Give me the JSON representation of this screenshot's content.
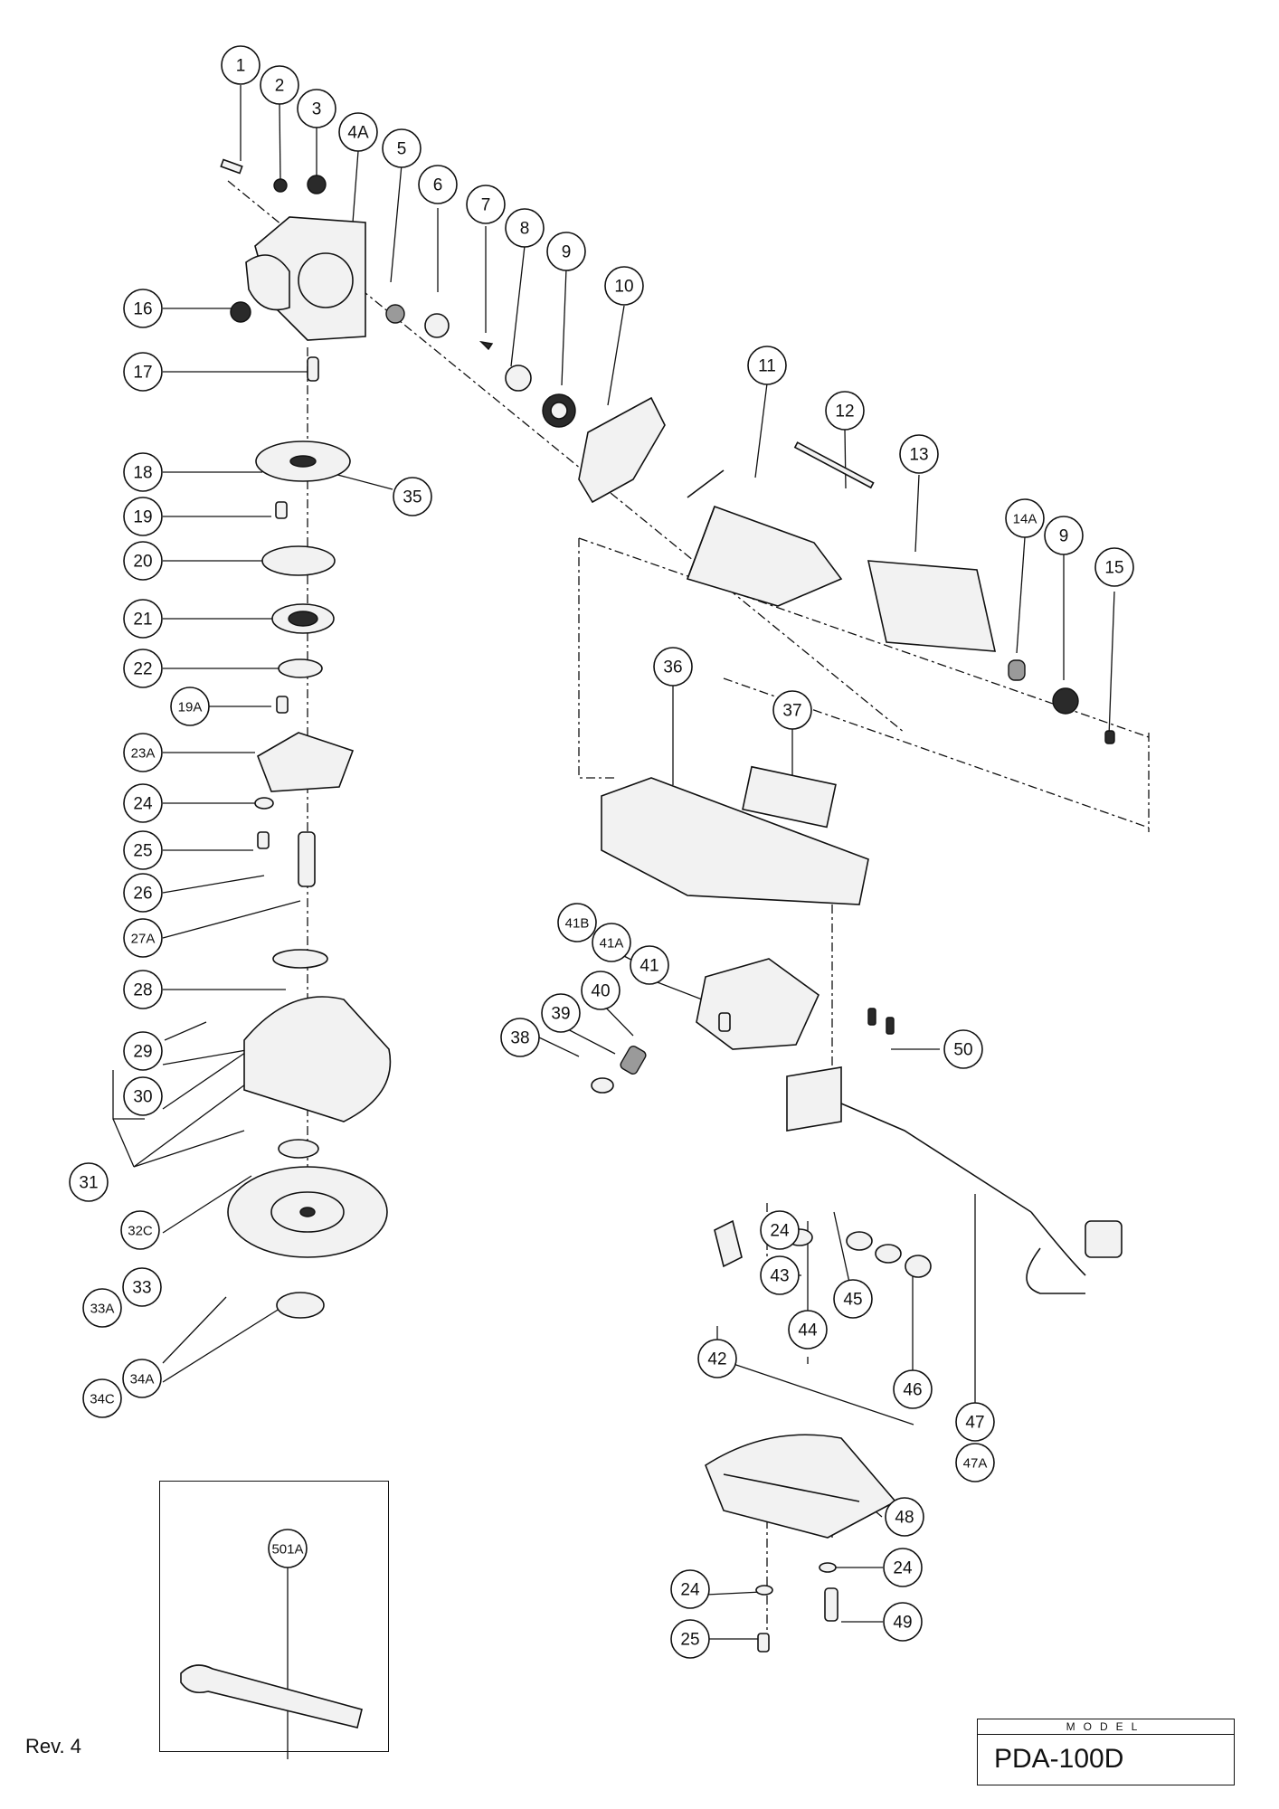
{
  "revision": "Rev. 4",
  "model": {
    "header": "MODEL",
    "name": "PDA-100D"
  },
  "callouts": [
    {
      "id": "c1",
      "label": "1"
    },
    {
      "id": "c2",
      "label": "2"
    },
    {
      "id": "c3",
      "label": "3"
    },
    {
      "id": "c4A",
      "label": "4A"
    },
    {
      "id": "c5",
      "label": "5"
    },
    {
      "id": "c6",
      "label": "6"
    },
    {
      "id": "c7",
      "label": "7"
    },
    {
      "id": "c8",
      "label": "8"
    },
    {
      "id": "c9a",
      "label": "9"
    },
    {
      "id": "c10",
      "label": "10"
    },
    {
      "id": "c11",
      "label": "11"
    },
    {
      "id": "c12",
      "label": "12"
    },
    {
      "id": "c13",
      "label": "13"
    },
    {
      "id": "c14A",
      "label": "14A"
    },
    {
      "id": "c9b",
      "label": "9"
    },
    {
      "id": "c15",
      "label": "15"
    },
    {
      "id": "c16",
      "label": "16"
    },
    {
      "id": "c17",
      "label": "17"
    },
    {
      "id": "c18",
      "label": "18"
    },
    {
      "id": "c35",
      "label": "35"
    },
    {
      "id": "c19",
      "label": "19"
    },
    {
      "id": "c20",
      "label": "20"
    },
    {
      "id": "c21",
      "label": "21"
    },
    {
      "id": "c22",
      "label": "22"
    },
    {
      "id": "c19A",
      "label": "19A"
    },
    {
      "id": "c23A",
      "label": "23A"
    },
    {
      "id": "c24a",
      "label": "24"
    },
    {
      "id": "c25a",
      "label": "25"
    },
    {
      "id": "c26",
      "label": "26"
    },
    {
      "id": "c27A",
      "label": "27A"
    },
    {
      "id": "c28",
      "label": "28"
    },
    {
      "id": "c29",
      "label": "29"
    },
    {
      "id": "c30",
      "label": "30"
    },
    {
      "id": "c31",
      "label": "31"
    },
    {
      "id": "c32C",
      "label": "32C"
    },
    {
      "id": "c33",
      "label": "33"
    },
    {
      "id": "c33A",
      "label": "33A"
    },
    {
      "id": "c34A",
      "label": "34A"
    },
    {
      "id": "c34C",
      "label": "34C"
    },
    {
      "id": "c36",
      "label": "36"
    },
    {
      "id": "c37",
      "label": "37"
    },
    {
      "id": "c41B",
      "label": "41B"
    },
    {
      "id": "c41A",
      "label": "41A"
    },
    {
      "id": "c41",
      "label": "41"
    },
    {
      "id": "c40",
      "label": "40"
    },
    {
      "id": "c39",
      "label": "39"
    },
    {
      "id": "c38",
      "label": "38"
    },
    {
      "id": "c50",
      "label": "50"
    },
    {
      "id": "c24b",
      "label": "24"
    },
    {
      "id": "c43",
      "label": "43"
    },
    {
      "id": "c45",
      "label": "45"
    },
    {
      "id": "c44",
      "label": "44"
    },
    {
      "id": "c42",
      "label": "42"
    },
    {
      "id": "c46",
      "label": "46"
    },
    {
      "id": "c47",
      "label": "47"
    },
    {
      "id": "c47A",
      "label": "47A"
    },
    {
      "id": "c48",
      "label": "48"
    },
    {
      "id": "c24c",
      "label": "24"
    },
    {
      "id": "c24d",
      "label": "24"
    },
    {
      "id": "c49",
      "label": "49"
    },
    {
      "id": "c25b",
      "label": "25"
    },
    {
      "id": "c501A",
      "label": "501A"
    }
  ]
}
